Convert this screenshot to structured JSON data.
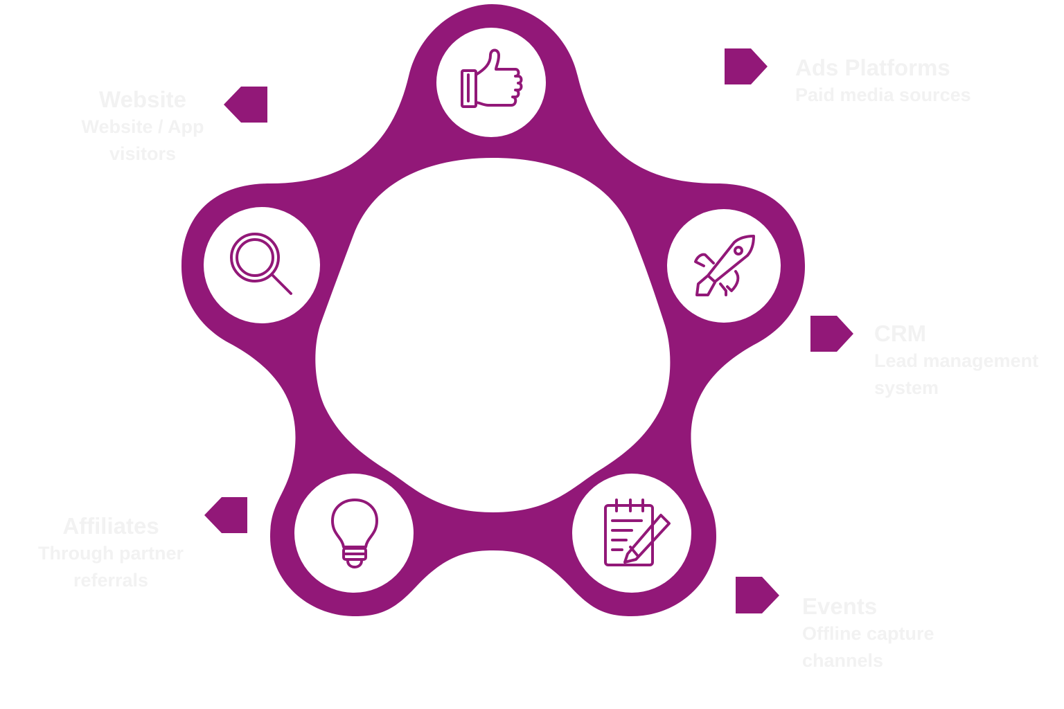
{
  "colors": {
    "ring": "#921878",
    "icon": "#921878",
    "circle_fill": "#ffffff",
    "label_text": "#f2f2f2",
    "marker": "#921878"
  },
  "center": {
    "label": ""
  },
  "nodes": [
    {
      "id": "ads",
      "icon": "thumbs-up-icon",
      "title": "Ads Platforms",
      "desc": [
        "Paid media sources"
      ]
    },
    {
      "id": "crm",
      "icon": "rocket-icon",
      "title": "CRM",
      "desc": [
        "Lead management",
        "system"
      ]
    },
    {
      "id": "events",
      "icon": "notepad-pencil-icon",
      "title": "Events",
      "desc": [
        "Offline capture",
        "channels"
      ]
    },
    {
      "id": "affiliates",
      "icon": "lightbulb-icon",
      "title": "Affiliates",
      "desc": [
        "Through partner",
        "referrals"
      ]
    },
    {
      "id": "website",
      "icon": "search-icon",
      "title": "Website",
      "desc": [
        "Website / App",
        "visitors"
      ]
    }
  ]
}
